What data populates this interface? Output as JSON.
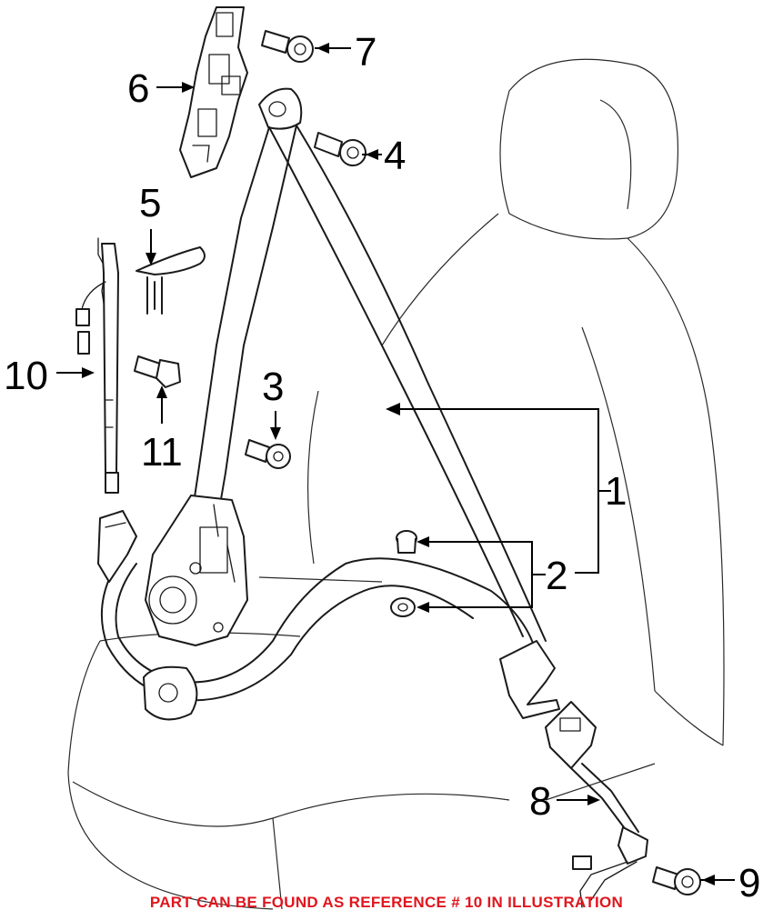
{
  "callouts": {
    "c1": "1",
    "c2": "2",
    "c3": "3",
    "c4": "4",
    "c5": "5",
    "c6": "6",
    "c7": "7",
    "c8": "8",
    "c9": "9",
    "c10": "10",
    "c11": "11"
  },
  "footer": {
    "note": "PART CAN BE FOUND AS REFERENCE # 10 IN ILLUSTRATION",
    "color": "#e0161e"
  }
}
